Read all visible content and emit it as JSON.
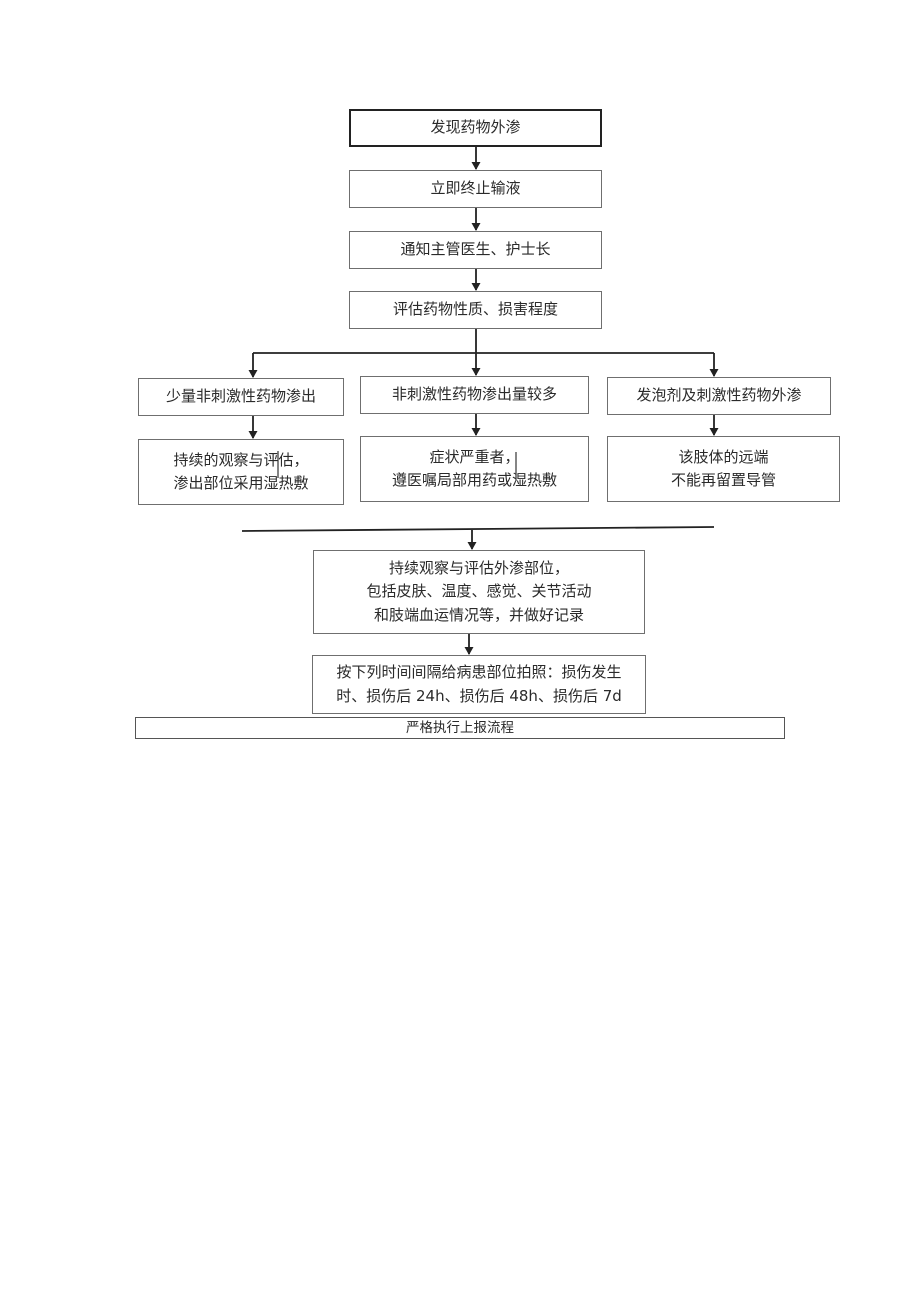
{
  "flowchart": {
    "start": "发现药物外渗",
    "step_stop": "立即终止输液",
    "step_notify": "通知主管医生、护士长",
    "step_assess": "评估药物性质、损害程度",
    "branches": [
      {
        "title": "少量非刺激性药物渗出",
        "action_lines": [
          "持续的观察与评估，",
          "渗出部位采用湿热敷"
        ]
      },
      {
        "title": "非刺激性药物渗出量较多",
        "action_lines": [
          "症状严重者，",
          "遵医嘱局部用药或湿热敷"
        ]
      },
      {
        "title": "发泡剂及刺激性药物外渗",
        "action_lines": [
          "该肢体的远端",
          "不能再留置导管"
        ]
      }
    ],
    "observe_lines": [
      "持续观察与评估外渗部位，",
      "包括皮肤、温度、感觉、关节活动",
      "和肢端血运情况等，并做好记录"
    ],
    "photo_lines": [
      "按下列时间间隔给病患部位拍照：损伤发生",
      "时、损伤后 24h、损伤后 48h、损伤后 7d"
    ],
    "report": "严格执行上报流程"
  }
}
